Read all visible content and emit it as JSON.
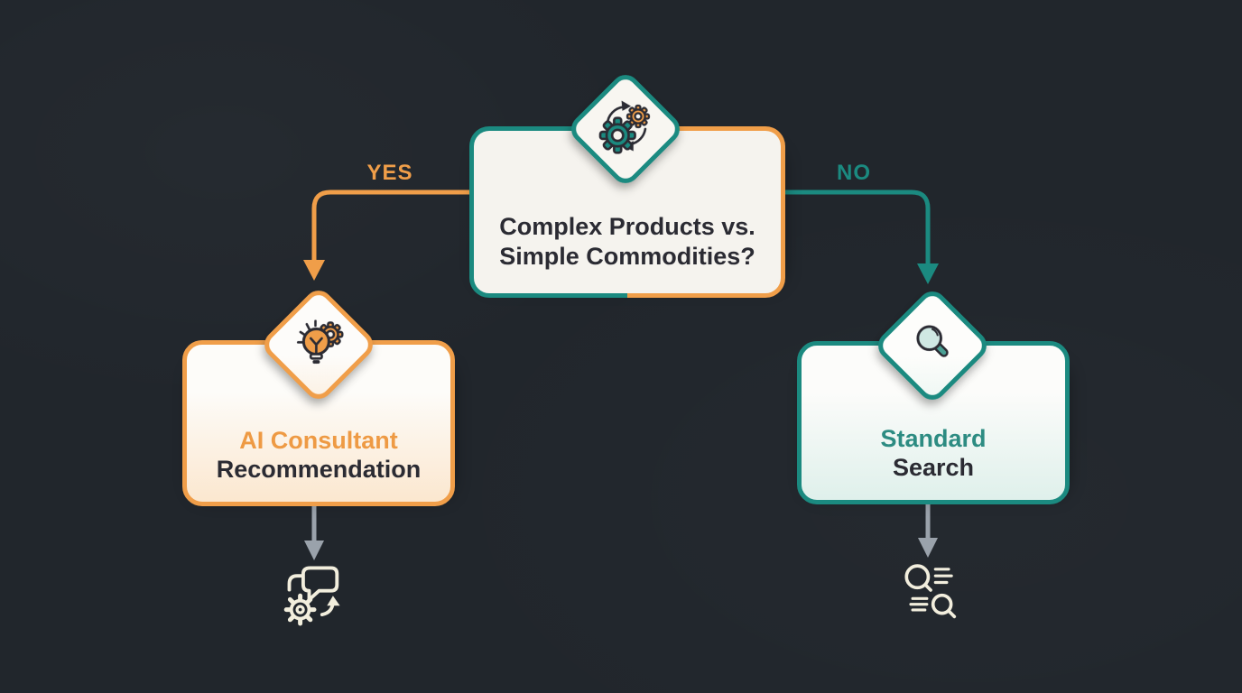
{
  "colors": {
    "bg": "#21262c",
    "teal": "#1b8a80",
    "orange": "#f09e49",
    "ink": "#2b2b33",
    "cream": "#f2eedd",
    "gray": "#9aa2ab",
    "paper": "#f5f3ee",
    "orange_text": "#ee9a44",
    "teal_text": "#2d8c82"
  },
  "diagram": {
    "decision": {
      "line1": "Complex Products vs.",
      "line2": "Simple Commodities?",
      "icon": "gears-cycle-icon"
    },
    "branch_yes": {
      "label": "YES"
    },
    "branch_no": {
      "label": "NO"
    },
    "outcome_yes": {
      "line1": "AI Consultant",
      "line2": "Recommendation",
      "icon": "lightbulb-gear-icon",
      "result_icon": "chat-gear-icon"
    },
    "outcome_no": {
      "line1": "Standard",
      "line2": "Search",
      "icon": "search-magnifier-icon",
      "result_icon": "search-results-icon"
    }
  }
}
